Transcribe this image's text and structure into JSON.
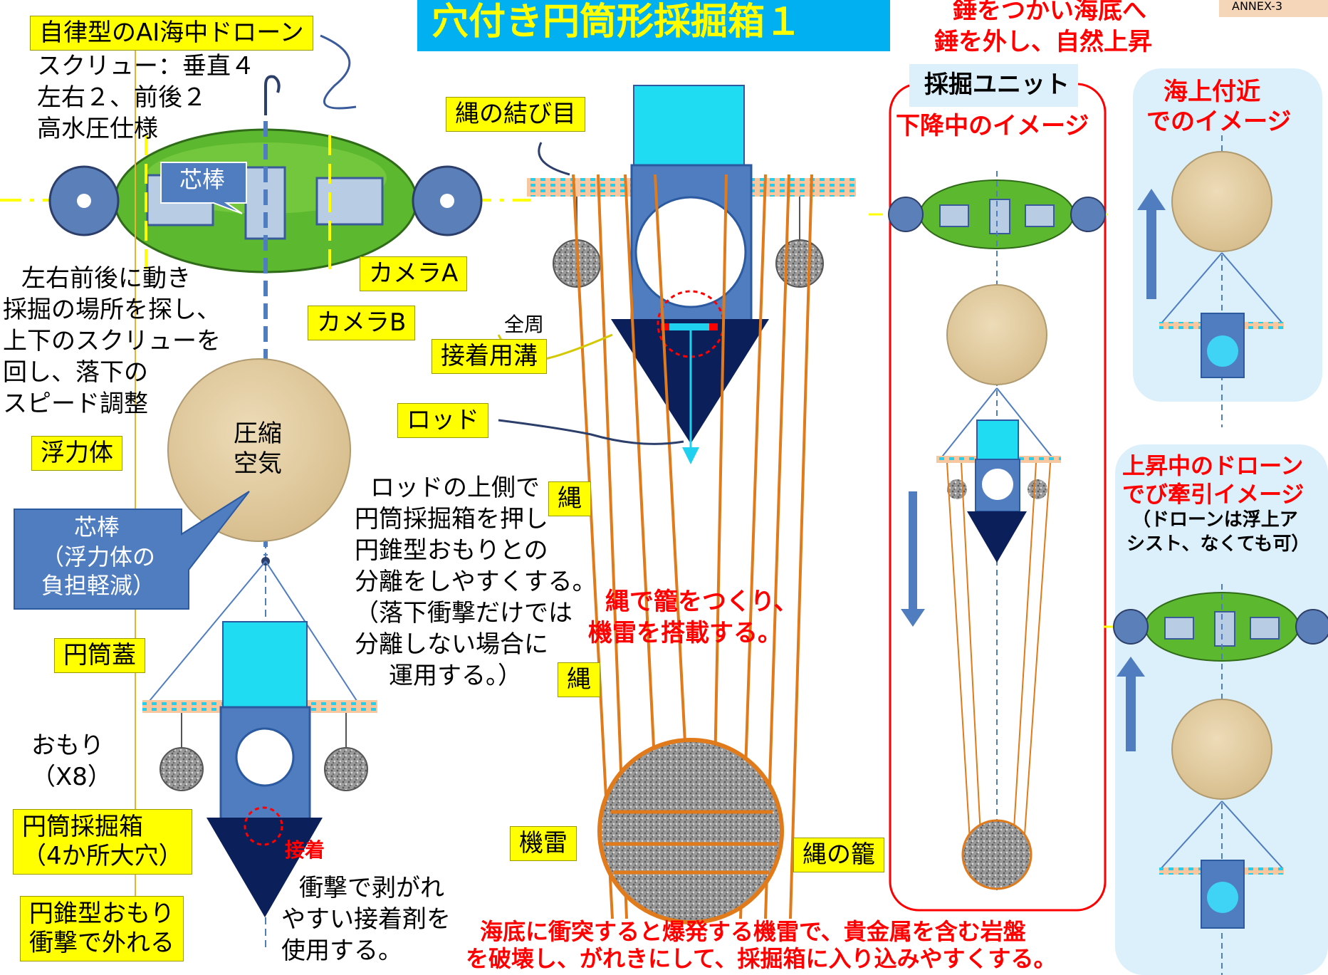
{
  "title": "穴付き円筒形採掘箱１",
  "annex": "ANNEX-3",
  "top_right_notes": [
    "錘をつかい海底へ",
    "錘を外し、自然上昇"
  ],
  "drone": {
    "label": "自律型のAI海中ドローン",
    "specs": [
      "スクリュー：垂直４",
      "左右２、前後２",
      "高水圧仕様"
    ],
    "core_bubble": "芯棒",
    "camera_a": "カメラA",
    "camera_b": "カメラB",
    "movement_note": [
      "左右前後に動き",
      "採掘の場所を探し、",
      "上下のスクリューを",
      "回し、落下の",
      "スピード調整"
    ]
  },
  "float": {
    "label": "浮力体",
    "inner": [
      "圧縮",
      "空気"
    ],
    "core_callout": [
      "芯棒",
      "（浮力体の",
      "負担軽減）"
    ]
  },
  "lower_left": {
    "lid": "円筒蓋",
    "weight": [
      "おもり",
      "（X8）"
    ],
    "box": [
      "円筒採掘箱",
      "（4か所大穴）"
    ],
    "adhesion": "接着",
    "cone": [
      "円錐型おもり",
      "衝撃で外れる"
    ],
    "glue_note": [
      "衝撃で剥がれ",
      "やすい接着剤を",
      "使用する。"
    ]
  },
  "center": {
    "knot": "縄の結び目",
    "whole_circ": "全周",
    "groove": "接着用溝",
    "rod": "ロッド",
    "rope1": "縄",
    "rope2": "縄",
    "rod_note": [
      "ロッドの上側で",
      "円筒採掘箱を押し",
      "円錐型おもりとの",
      "分離をしやすくする。",
      "（落下衝撃だけでは",
      "分離しない場合に",
      "運用する。）"
    ],
    "cage_note": [
      "縄で籠をつくり、",
      "機雷を搭載する。"
    ],
    "mine": "機雷",
    "cage": "縄の籠",
    "bottom_note": [
      "海底に衝突すると爆発する機雷で、貴金属を含む岩盤",
      "を破壊し、がれきにして、採掘箱に入り込みやすくする。"
    ]
  },
  "unit_panel": {
    "header": "採掘ユニット",
    "subheader": "下降中のイメージ"
  },
  "right_panel": {
    "surface": [
      "海上付近",
      "でのイメージ"
    ],
    "ascending": [
      "上昇中のドローン",
      "でび牽引イメージ"
    ],
    "ascending_note": [
      "（ドローンは浮上ア",
      "シスト、なくても可）"
    ]
  },
  "colors": {
    "title_bg": "#00b0f0",
    "title_text": "#ffff00",
    "label_bg": "#ffff00",
    "drone_green": "#5cb82e",
    "box_blue": "#4f7dc0",
    "lid_cyan": "#1fdcf2",
    "cone_navy": "#0b1f5b",
    "rope_orange": "#e07a1a",
    "float_tan": "#e4cfa6",
    "accent_red": "#ff0000",
    "panel_blue": "#dcf0fb"
  }
}
